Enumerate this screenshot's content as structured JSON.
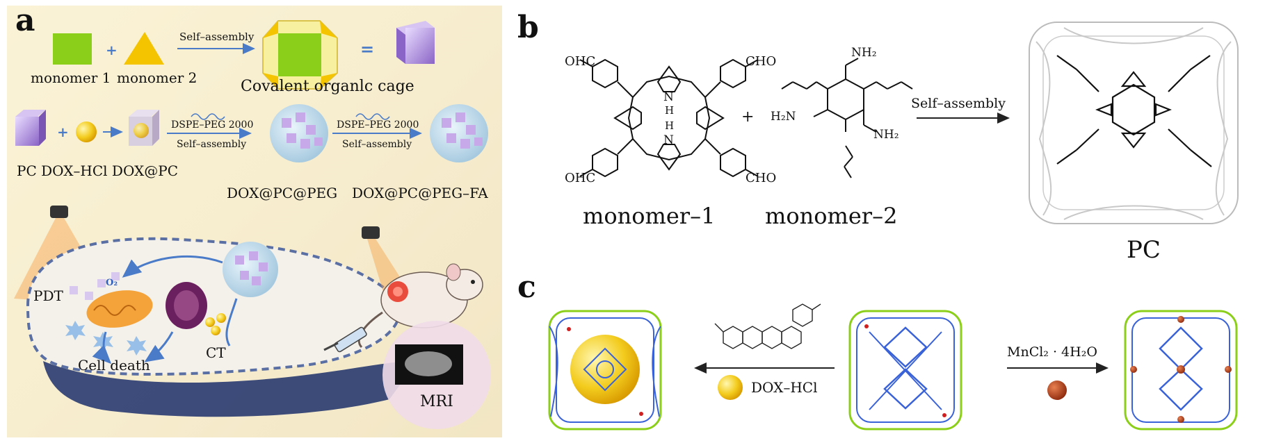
{
  "panel_a": {
    "label": "a",
    "self_assembly_1": "Self–assembly",
    "plus_1": "+",
    "equals": "=",
    "monomer_1": "monomer 1",
    "monomer_2": "monomer 2",
    "cage_label": "Covalent organlc cage",
    "plus_2": "+",
    "dspe_1": "DSPE–PEG 2000",
    "self_assembly_2": "Self–assembly",
    "dspe_2": "DSPE–PEG 2000",
    "self_assembly_3": "Self–assembly",
    "row2_labels": "PC DOX–HCl DOX@PC",
    "dox_pc_peg": "DOX@PC@PEG",
    "dox_pc_peg_fa": "DOX@PC@PEG–FA",
    "pdt": "PDT",
    "o2_singlet": "O₂",
    "ct": "CT",
    "cell_death": "Cell death",
    "mri": "MRI"
  },
  "panel_b": {
    "label": "b",
    "ohc_tl": "OHC",
    "cho_tr": "CHO",
    "ohc_bl": "OHC",
    "cho_br": "CHO",
    "nh_1": "N",
    "nh_2": "N",
    "nh_3": "H",
    "nh_4": "H",
    "plus": "+",
    "nh2_top": "NH₂",
    "h2n_left": "H₂N",
    "nh2_bottom": "NH₂",
    "self_assembly": "Self–assembly",
    "monomer_1": "monomer–1",
    "monomer_2": "monomer–2",
    "pc": "PC"
  },
  "panel_c": {
    "label": "c",
    "dox_hcl": "DOX–HCl",
    "mncl2": "MnCl₂ · 4H₂O"
  },
  "colors": {
    "green": "#8ccf1a",
    "yellow": "#f5c400",
    "purple": "#a98bd6",
    "blue": "#3a62d8",
    "mn": "#b3401c",
    "arrow_blue": "#4a7bc8"
  }
}
